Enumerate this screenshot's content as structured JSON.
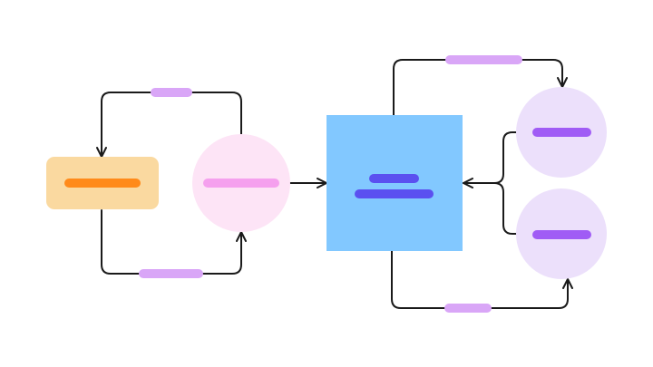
{
  "colors": {
    "background": "#ffffff",
    "connector": "#1a1a1a",
    "orange_box_fill": "#fad9a0",
    "orange_bar": "#ff8a1a",
    "pink_circle_fill": "#fde4f6",
    "pink_bar": "#f5a0ee",
    "blue_square_fill": "#82c8ff",
    "indigo_bar": "#5b50f0",
    "lavender_circle_fill": "#ece0fb",
    "violet_bar": "#a05cf5",
    "label_pill": "#d9a6f7"
  },
  "nodes": [
    {
      "id": "orange-box",
      "shape": "rounded-rect",
      "label": ""
    },
    {
      "id": "pink-circle",
      "shape": "circle",
      "label": ""
    },
    {
      "id": "blue-square",
      "shape": "square",
      "label": ""
    },
    {
      "id": "lavender-circle-top",
      "shape": "circle",
      "label": ""
    },
    {
      "id": "lavender-circle-bottom",
      "shape": "circle",
      "label": ""
    }
  ],
  "edges": [
    {
      "from": "pink-circle",
      "to": "orange-box",
      "label": ""
    },
    {
      "from": "orange-box",
      "to": "pink-circle",
      "label": ""
    },
    {
      "from": "pink-circle",
      "to": "blue-square",
      "label": ""
    },
    {
      "from": "blue-square",
      "to": "lavender-circle-top",
      "label": ""
    },
    {
      "from": "lavender-circle-top",
      "to": "blue-square",
      "label": ""
    },
    {
      "from": "lavender-circle-bottom",
      "to": "blue-square",
      "label": ""
    },
    {
      "from": "blue-square",
      "to": "lavender-circle-bottom",
      "label": ""
    }
  ]
}
